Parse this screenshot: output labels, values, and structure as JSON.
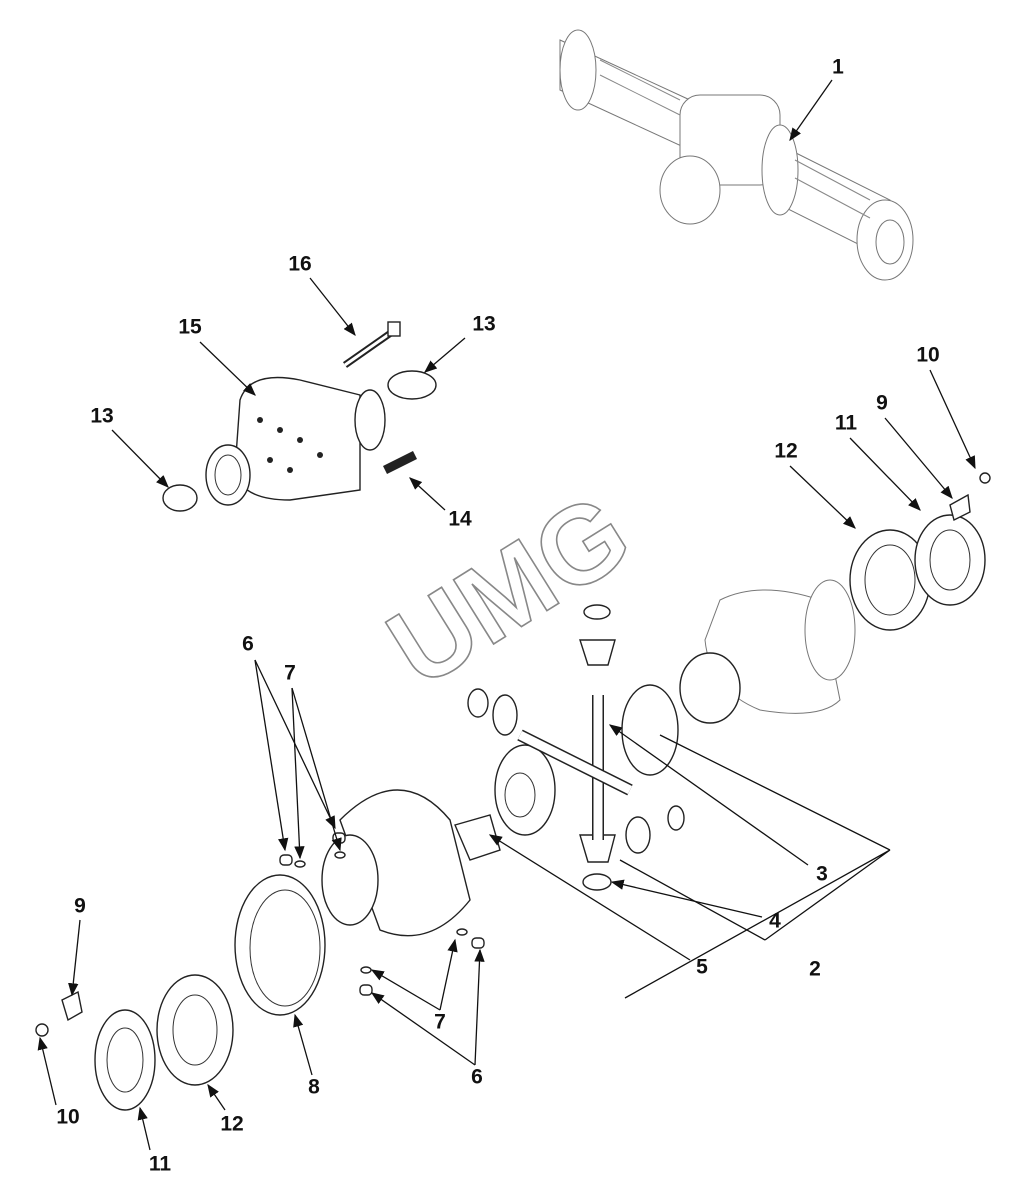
{
  "diagram": {
    "title": "Differential assembly exploded view",
    "watermark": "UMG",
    "callouts": {
      "c1": "1",
      "c2": "2",
      "c3": "3",
      "c4": "4",
      "c5": "5",
      "c6a": "6",
      "c6b": "6",
      "c7a": "7",
      "c7b": "7",
      "c8": "8",
      "c9a": "9",
      "c9b": "9",
      "c10a": "10",
      "c10b": "10",
      "c11a": "11",
      "c11b": "11",
      "c12a": "12",
      "c12b": "12",
      "c13a": "13",
      "c13b": "13",
      "c14": "14",
      "c15": "15",
      "c16": "16"
    }
  }
}
